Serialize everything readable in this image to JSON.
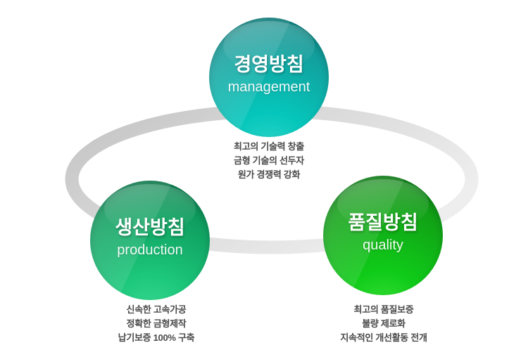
{
  "diagram": {
    "background_color": "#ffffff",
    "ring": {
      "gradient_start": "#c2c2c2",
      "gradient_mid": "#dadada",
      "gradient_end": "#eeeeee"
    },
    "nodes": [
      {
        "id": "management",
        "title": "경영방침",
        "subtitle": "management",
        "color_top": "#12a09d",
        "color_bottom": "#05c6bb",
        "color_glow": "#35d8ca",
        "color_rim": "#0c807e",
        "description_lines": [
          "최고의 기술력 창출",
          "금형 기술의 선두자",
          "원가 경쟁력 강화"
        ]
      },
      {
        "id": "production",
        "title": "생산방침",
        "subtitle": "production",
        "color_top": "#0f9e5f",
        "color_bottom": "#1cc77b",
        "color_glow": "#3fdd96",
        "color_rim": "#0b7b4c",
        "description_lines": [
          "신속한 고속가공",
          "정확한 금형제작",
          "납기보증 100% 구축"
        ]
      },
      {
        "id": "quality",
        "title": "품질방침",
        "subtitle": "quality",
        "color_top": "#11a116",
        "color_bottom": "#0fcb18",
        "color_glow": "#3fe23a",
        "color_rim": "#0a7d0e",
        "description_lines": [
          "최고의 품질보증",
          "불량 제로화",
          "지속적인 개선활동 전개"
        ]
      }
    ]
  }
}
